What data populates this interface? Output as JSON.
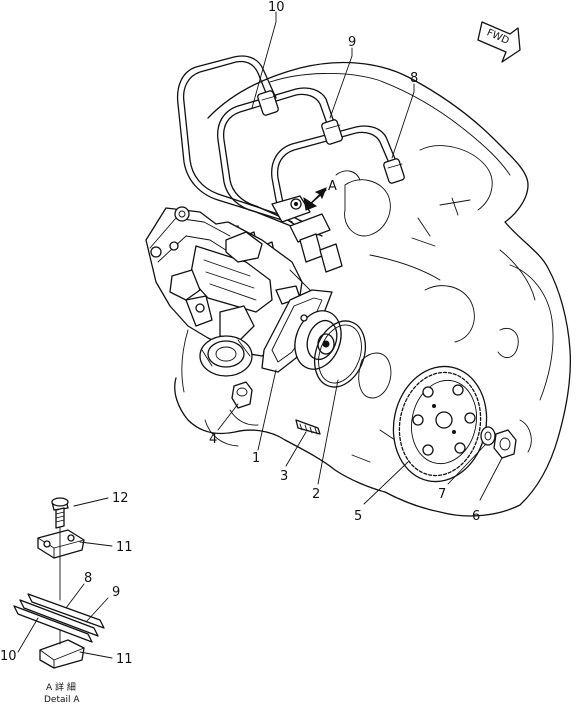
{
  "callouts": {
    "c1": "1",
    "c2": "2",
    "c3": "3",
    "c4": "4",
    "c5": "5",
    "c6": "6",
    "c7": "7",
    "c8": "8",
    "c9": "9",
    "c10": "10",
    "d8": "8",
    "d9": "9",
    "d10": "10",
    "d11a": "11",
    "d11b": "11",
    "d12": "12"
  },
  "view_marker": "A",
  "direction_tag": "FWD",
  "detail_caption": {
    "line1": "A 詳 細",
    "line2": "Detail A"
  }
}
